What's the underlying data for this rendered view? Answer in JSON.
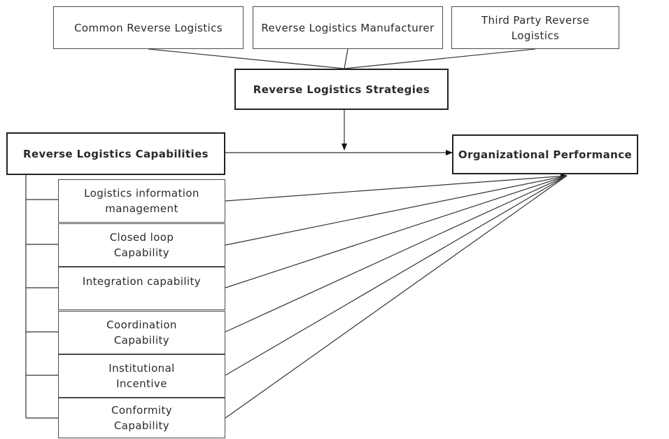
{
  "strategy_types": [
    "Common Reverse Logistics",
    "Reverse Logistics Manufacturer",
    "Third Party Reverse Logistics"
  ],
  "strategies_label": "Reverse Logistics Strategies",
  "capabilities_label": "Reverse Logistics Capabilities",
  "performance_label": "Organizational Performance",
  "capability_items": [
    "Logistics information management",
    "Closed loop Capability",
    "Integration capability",
    "Coordination Capability",
    "Institutional Incentive",
    "Conformity Capability"
  ]
}
